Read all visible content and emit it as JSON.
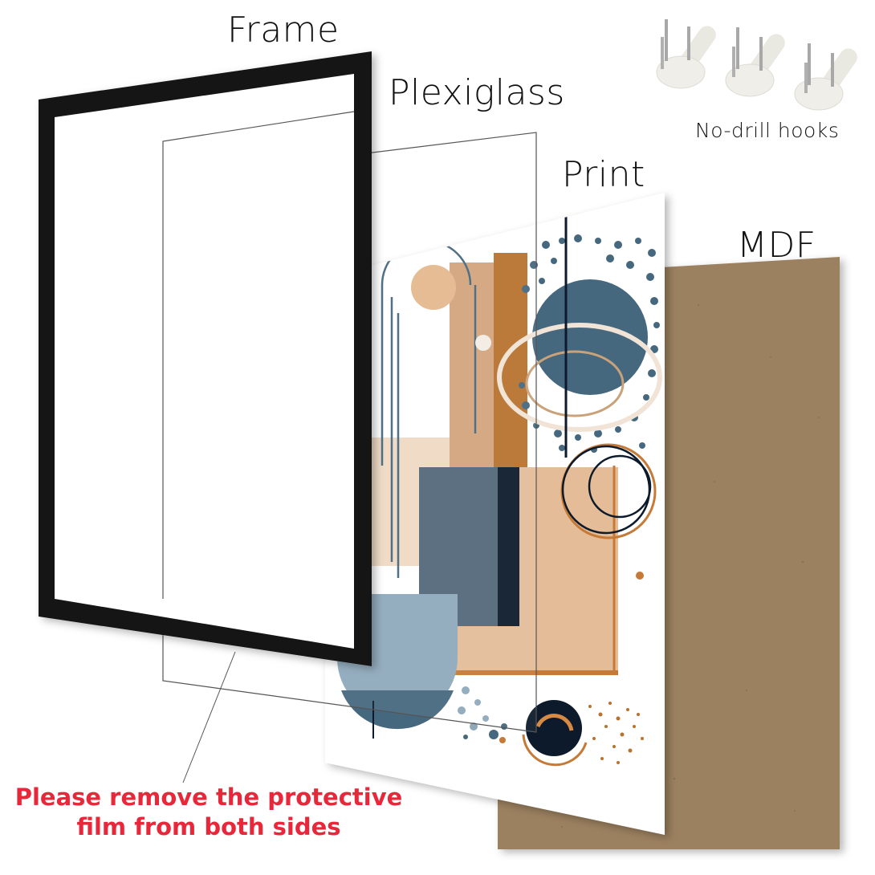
{
  "labels": {
    "frame": "Frame",
    "plexiglass": "Plexiglass",
    "print": "Print",
    "mdf": "MDF",
    "hooks": "No-drill hooks"
  },
  "warning": {
    "line1": "Please remove the protective",
    "line2": "film from both sides"
  },
  "colors": {
    "frame": "#151515",
    "mdf": "#9c8161",
    "print_blue": "#46687f",
    "print_navy": "#0c1a2b",
    "print_peach": "#e4bd98",
    "print_rust": "#b8722e",
    "warning_text": "#e8283a"
  },
  "components": [
    {
      "name": "Frame",
      "description": "Black wooden frame"
    },
    {
      "name": "Plexiglass",
      "description": "Clear protective sheet"
    },
    {
      "name": "Print",
      "description": "Abstract art print in blue, peach and rust tones"
    },
    {
      "name": "MDF",
      "description": "Brown backing board"
    },
    {
      "name": "No-drill hooks",
      "description": "Three white plastic hooks with metal pins"
    }
  ]
}
